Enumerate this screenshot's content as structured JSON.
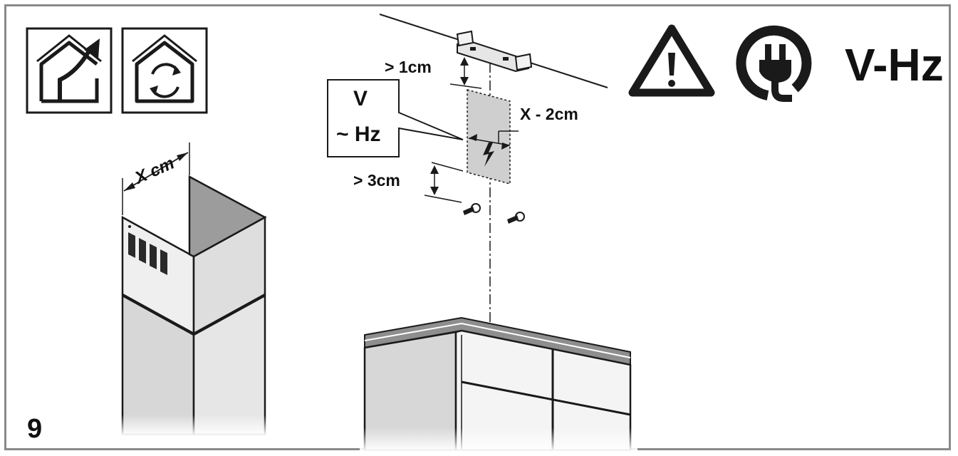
{
  "step_number": "9",
  "icons": {
    "ducted_mode": "house-outlet-arrow-icon",
    "recirculation_mode": "house-recirculation-icon",
    "warning": "warning-triangle-icon",
    "power_plug": "power-plug-icon"
  },
  "labels": {
    "voltage_frequency": "V-Hz",
    "hood_width": "X cm",
    "gap_top": "> 1cm",
    "gap_bottom": "> 3cm",
    "socket_width": "X - 2cm",
    "callout_v": "V",
    "callout_hz": "~ Hz"
  },
  "colors": {
    "line": "#1a1a1a",
    "panel_gray": "#c9c9c9",
    "panel_dark": "#9c9c9c",
    "frame": "#8a8a8a"
  }
}
